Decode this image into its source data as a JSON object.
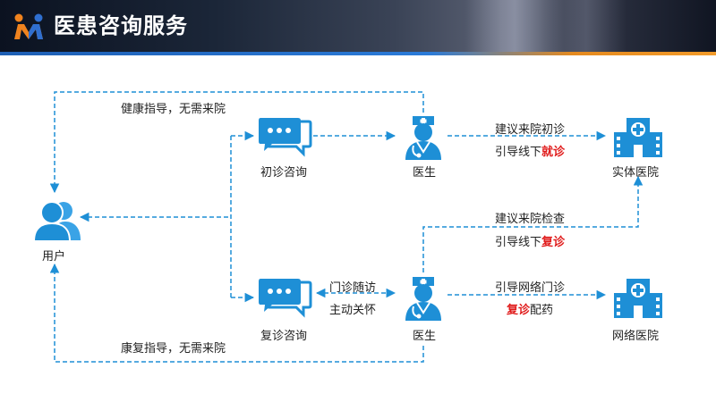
{
  "header": {
    "title": "医患咨询服务"
  },
  "nodes": {
    "user": "用户",
    "first_consult": "初诊咨询",
    "revisit_consult": "复诊咨询",
    "doctor_top": "医生",
    "doctor_bottom": "医生",
    "physical_hospital": "实体医院",
    "online_hospital": "网络医院"
  },
  "edges": {
    "health_guidance": "健康指导，无需来院",
    "rehab_guidance": "康复指导，无需来院",
    "suggest_first_visit": "建议来院初诊",
    "guide_offline_prefix": "引导线下",
    "guide_offline_highlight": "就诊",
    "suggest_exam": "建议来院检查",
    "guide_revisit_prefix": "引导线下",
    "guide_revisit_highlight": "复诊",
    "followup": "门诊随访",
    "active_care": "主动关怀",
    "guide_online_clinic": "引导网络门诊",
    "revisit_highlight": "复诊",
    "revisit_suffix": "配药"
  },
  "colors": {
    "accent": "#1e8fd6",
    "highlight": "#e01b1b",
    "logo_orange": "#f0831e",
    "logo_blue": "#2f6fd0"
  },
  "icons": [
    "logo-icon",
    "user-icon",
    "chat-icon",
    "doctor-icon",
    "hospital-icon"
  ]
}
